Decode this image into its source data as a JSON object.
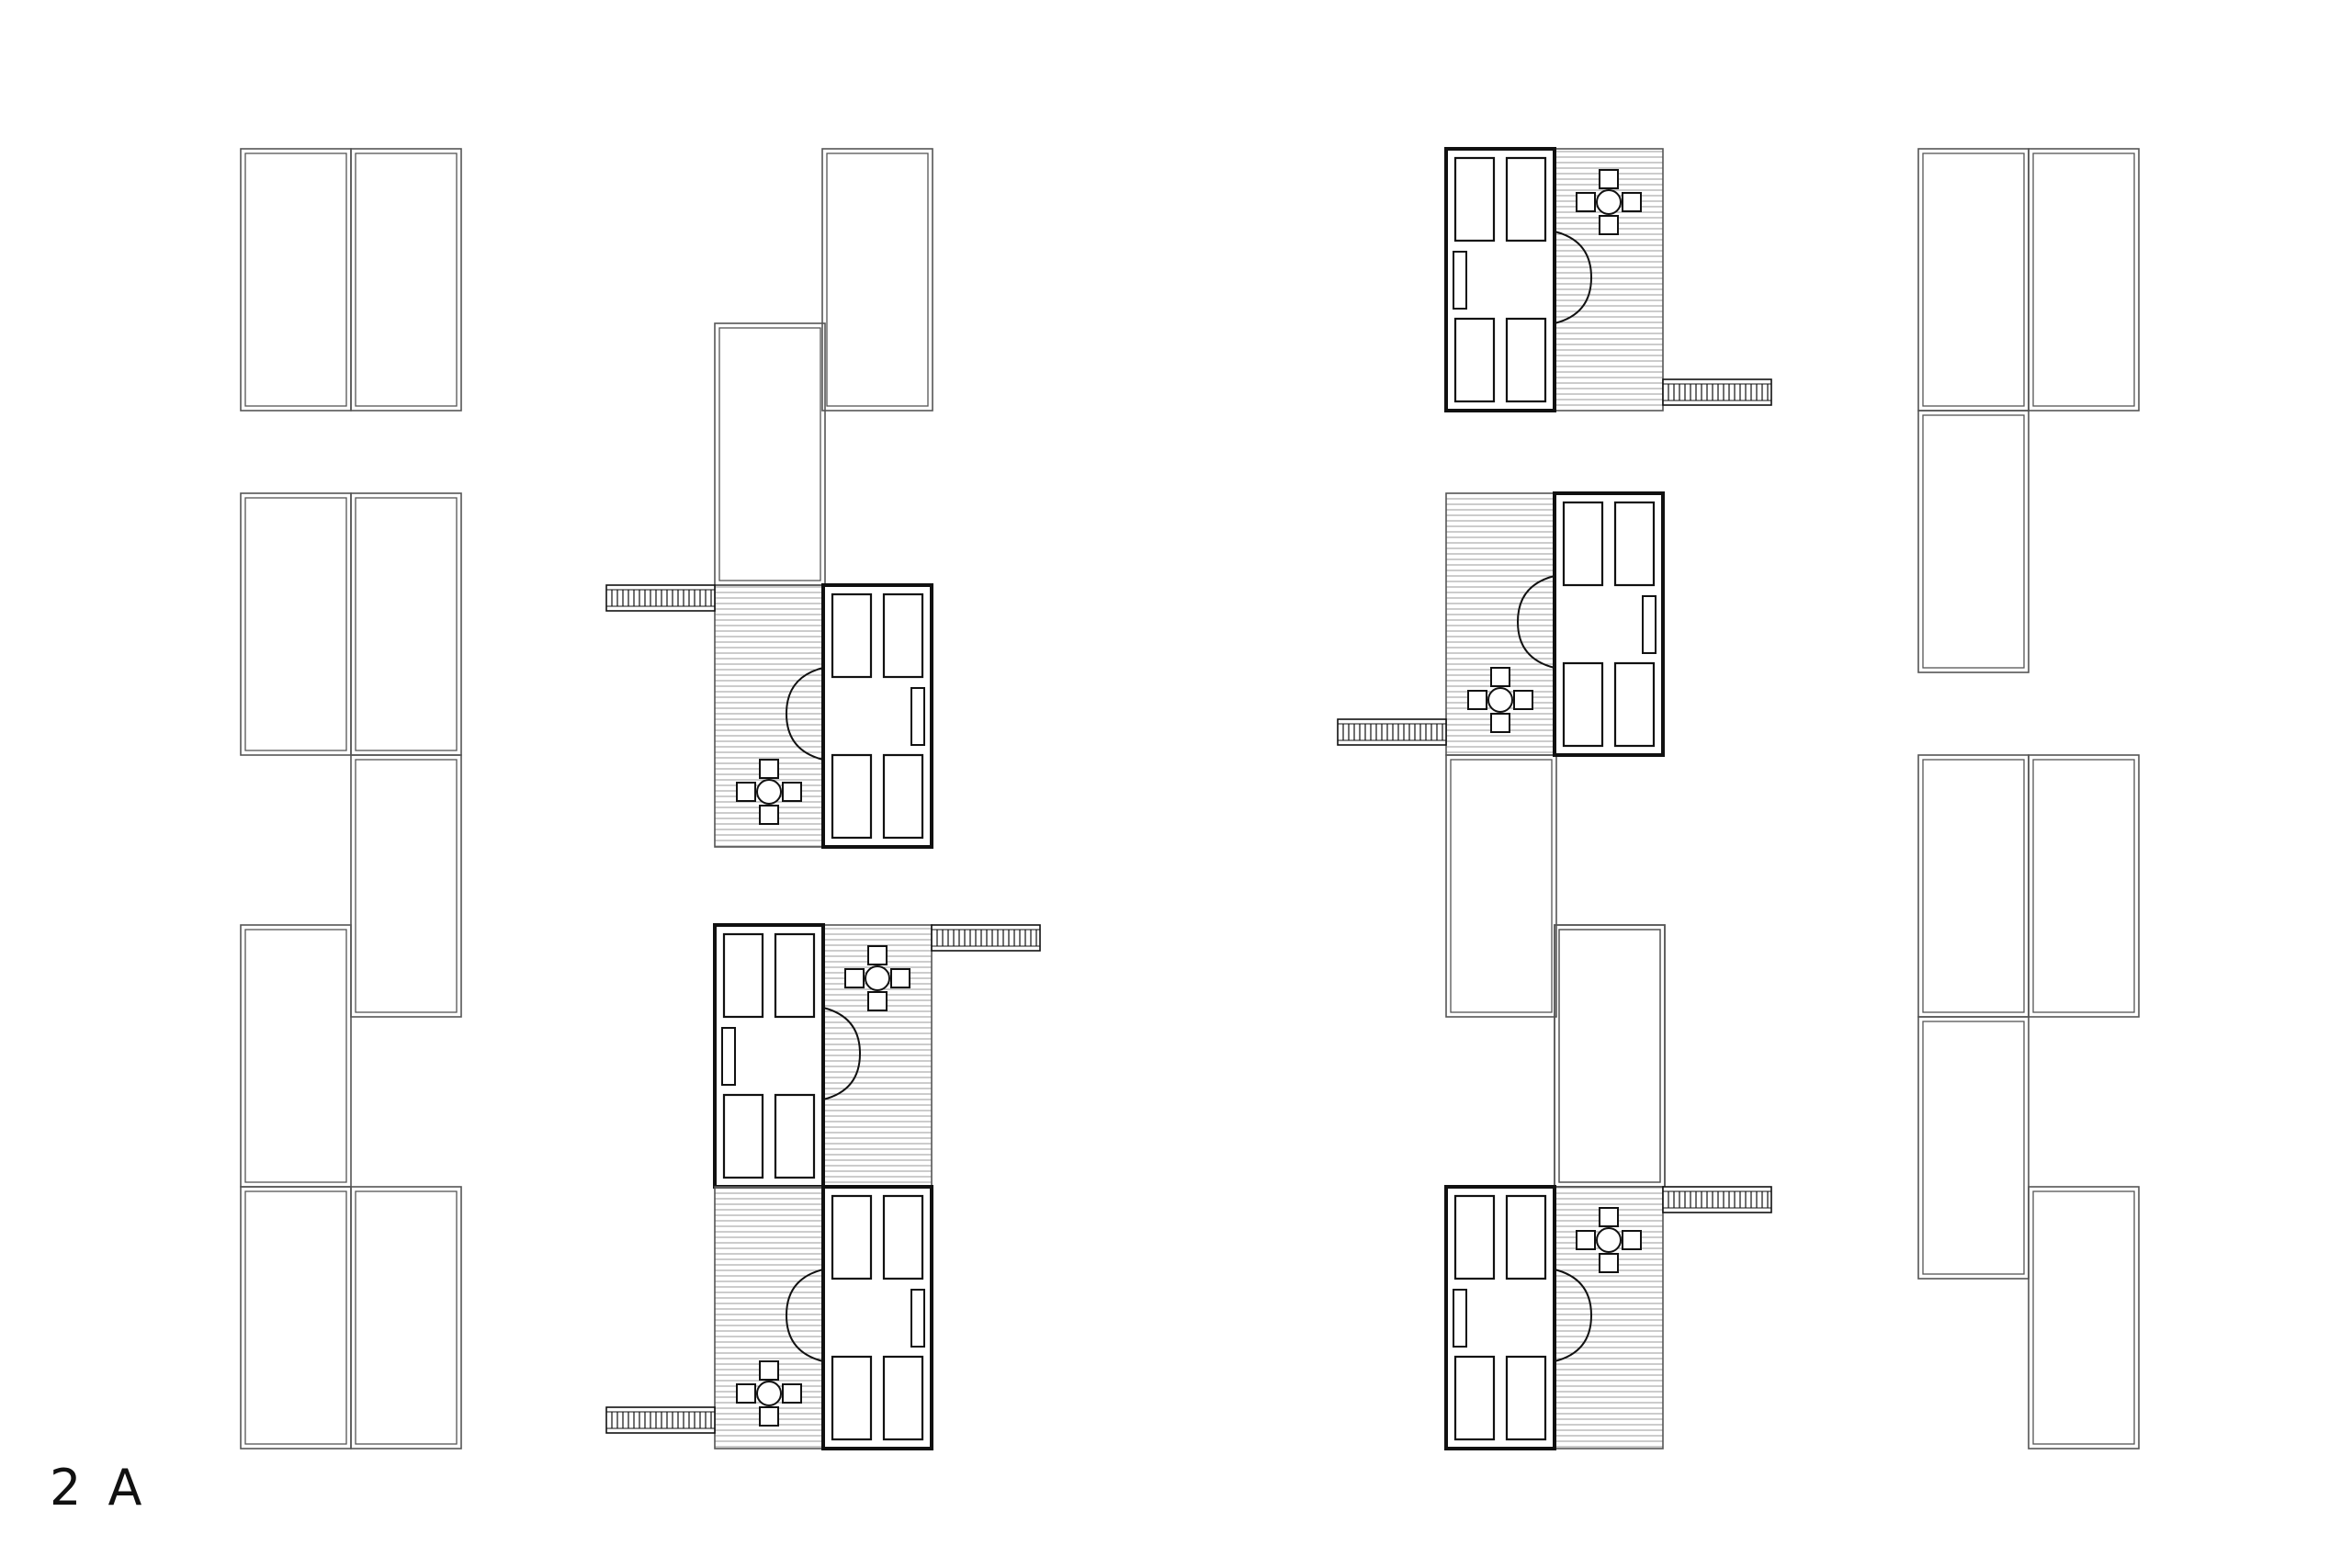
{
  "diagram": {
    "label": "2 A",
    "units": [
      {
        "name": "unit-col2-middle",
        "furnished": true,
        "stair": "left",
        "rooms": "right"
      },
      {
        "name": "unit-col2-bottom-upper",
        "furnished": true,
        "stair": "right",
        "rooms": "left"
      },
      {
        "name": "unit-col2-bottom-lower",
        "furnished": true,
        "stair": "left",
        "rooms": "right"
      },
      {
        "name": "unit-col3-top",
        "furnished": true,
        "stair": "right",
        "rooms": "left"
      },
      {
        "name": "unit-col3-middle",
        "furnished": true,
        "stair": "left",
        "rooms": "right"
      },
      {
        "name": "unit-col3-bottom",
        "furnished": true,
        "stair": "right",
        "rooms": "left"
      }
    ]
  },
  "colors": {
    "background": "#ffffff",
    "wall": "#111111",
    "outline": "#555555",
    "deck_hatch": "#8a8a8a"
  }
}
